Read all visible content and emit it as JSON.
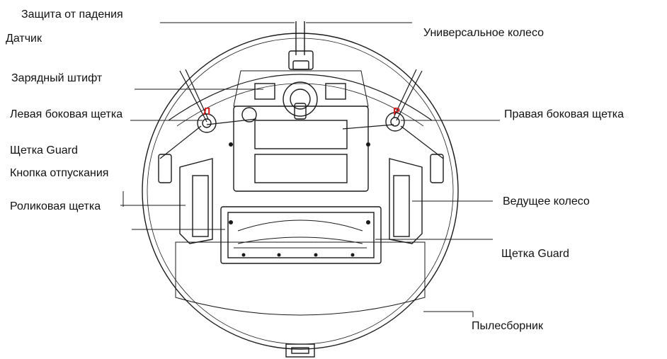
{
  "labels": {
    "fall_protection": "Защита от падения",
    "sensor": "Датчик",
    "universal_wheel": "Универсальное колесо",
    "charging_pin": "Зарядный штифт",
    "left_side_brush": "Левая боковая щетка",
    "right_side_brush": "Правая боковая щетка",
    "brush_guard_left": "Щетка Guard",
    "release_button": "Кнопка отпускания",
    "roller_brush": "Роликовая щетка",
    "drive_wheel": "Ведущее колесо",
    "brush_guard_right": "Щетка Guard",
    "dustbin": "Пылесборник"
  },
  "markers": {
    "left": "Л",
    "right": "Р"
  },
  "colors": {
    "line": "#1a1a1a",
    "marker": "#d42020",
    "background": "#ffffff"
  }
}
